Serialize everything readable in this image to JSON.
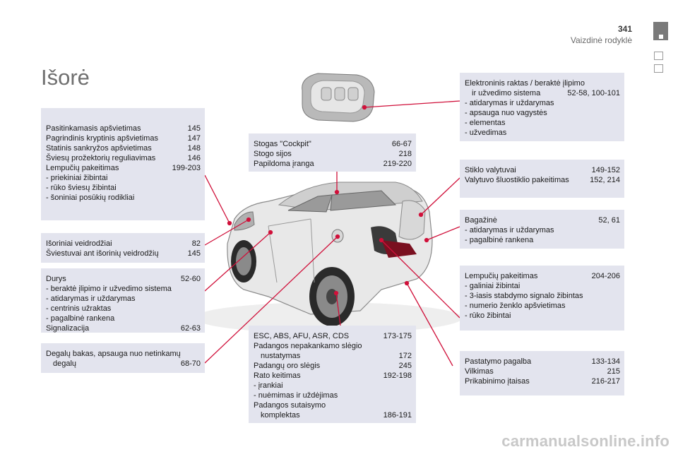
{
  "header": {
    "page_number": "341",
    "section": "Vaizdinė rodyklė"
  },
  "title": "Išorė",
  "boxes": {
    "lighting": {
      "rows": [
        [
          "Pasitinkamasis apšvietimas",
          "145"
        ],
        [
          "Pagrindinis kryptinis apšvietimas",
          "147"
        ],
        [
          "Statinis sankryžos apšvietimas",
          "148"
        ],
        [
          "Šviesų prožektorių reguliavimas",
          "146"
        ],
        [
          "Lempučių pakeitimas",
          "199-203"
        ]
      ],
      "items": [
        "-   priekiniai žibintai",
        "-   rūko šviesų žibintai",
        "-   šoniniai posūkių rodikliai"
      ]
    },
    "mirrors": {
      "rows": [
        [
          "Išoriniai veidrodžiai",
          "82"
        ],
        [
          "Šviestuvai ant išorinių veidrodžių",
          "145"
        ]
      ]
    },
    "doors": {
      "first": [
        "Durys",
        "52-60"
      ],
      "items": [
        "-   beraktė įlipimo ir užvedimo sistema",
        "-   atidarymas ir uždarymas",
        "-   centrinis užraktas",
        "-   pagalbinė rankena"
      ],
      "last": [
        "Signalizacija",
        "62-63"
      ]
    },
    "fuel": {
      "line1": "Degalų bakas, apsauga nuo netinkamų",
      "line2": [
        "degalų",
        "68-70"
      ]
    },
    "roof": {
      "rows": [
        [
          "Stogas \"Cockpit\"",
          "66-67"
        ],
        [
          "Stogo sijos",
          "218"
        ],
        [
          "Papildoma įranga",
          "219-220"
        ]
      ]
    },
    "tyres": {
      "row1": [
        "ESC, ABS, AFU, ASR, CDS",
        "173-175"
      ],
      "line2": "Padangos nepakankamo slėgio",
      "row3": [
        "nustatymas",
        "172"
      ],
      "row4": [
        "Padangų oro slėgis",
        "245"
      ],
      "row5": [
        "Rato keitimas",
        "192-198"
      ],
      "items": [
        "-   įrankiai",
        "-   nuėmimas ir uždėjimas"
      ],
      "line8": "Padangos sutaisymo",
      "row9": [
        "komplektas",
        "186-191"
      ]
    },
    "key": {
      "line1": "Elektroninis raktas / beraktė įlipimo",
      "row2": [
        "ir užvedimo sistema",
        "52-58, 100-101"
      ],
      "items": [
        "-   atidarymas ir uždarymas",
        "-   apsauga nuo vagystės",
        "-   elementas",
        "-   užvedimas"
      ]
    },
    "wipers": {
      "rows": [
        [
          "Stiklo valytuvai",
          "149-152"
        ],
        [
          "Valytuvo šluostiklio pakeitimas",
          "152, 214"
        ]
      ]
    },
    "boot": {
      "row1": [
        "Bagažinė",
        "52, 61"
      ],
      "items": [
        "-   atidarymas ir uždarymas",
        "-   pagalbinė rankena"
      ]
    },
    "rear_lamps": {
      "row1": [
        "Lempučių pakeitimas",
        "204-206"
      ],
      "items": [
        "-   galiniai žibintai",
        "-   3-iasis stabdymo signalo žibintas",
        "-   numerio ženklo apšvietimas",
        "-   rūko žibintai"
      ]
    },
    "parking": {
      "rows": [
        [
          "Pastatymo pagalba",
          "133-134"
        ],
        [
          "Vilkimas",
          "215"
        ],
        [
          "Prikabinimo įtaisas",
          "216-217"
        ]
      ]
    }
  },
  "footer": "carmanualsonline.info",
  "colors": {
    "box_bg": "#e3e4ee",
    "callout": "#d0103a",
    "title": "#6f6f6f"
  }
}
